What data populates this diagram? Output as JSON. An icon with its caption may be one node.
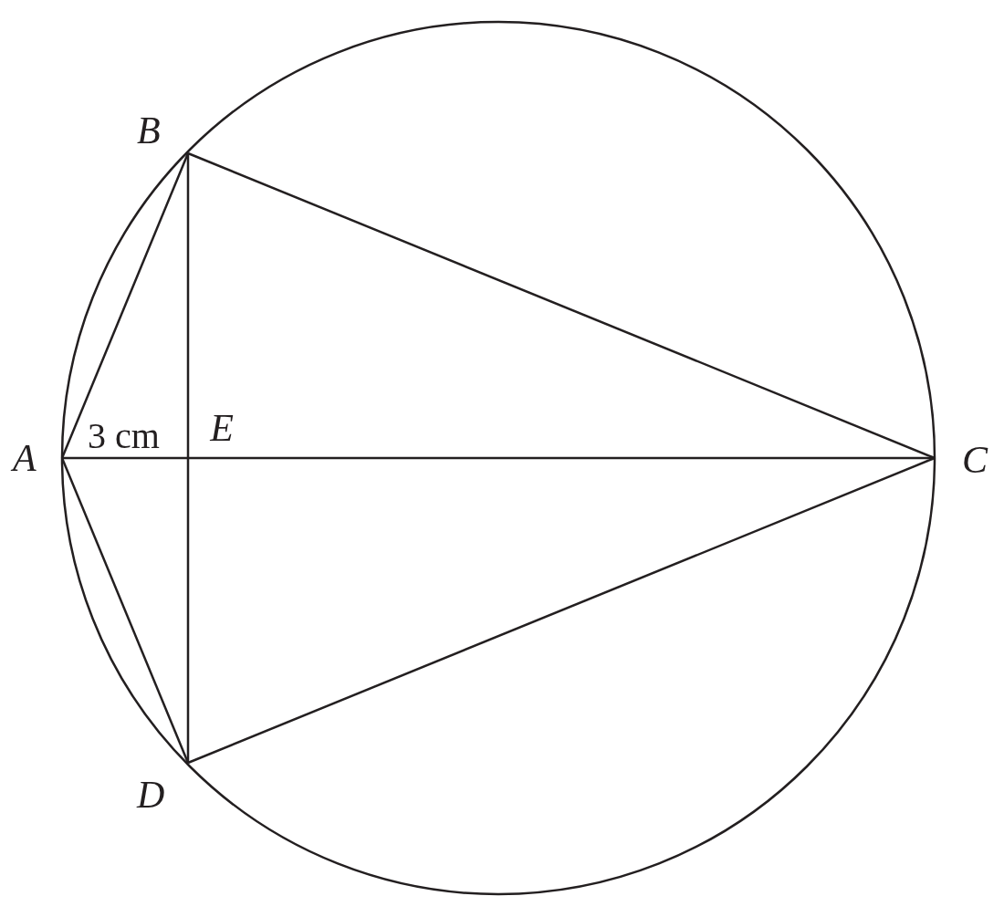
{
  "diagram": {
    "nodes": [
      {
        "text": [
          "B"
        ]
      },
      {
        "text": [
          "A"
        ]
      },
      {
        "text": [
          "E"
        ]
      },
      {
        "text": [
          "C"
        ]
      },
      {
        "text": [
          "D"
        ]
      }
    ],
    "edges": [
      {
        "from": 1,
        "to": 0,
        "arrow": "none"
      },
      {
        "from": 0,
        "to": 3,
        "arrow": "none"
      },
      {
        "from": 1,
        "to": 2,
        "arrow": "none"
      },
      {
        "from": 2,
        "to": 3,
        "arrow": "none"
      },
      {
        "from": 0,
        "to": 2,
        "arrow": "none"
      },
      {
        "from": 2,
        "to": 4,
        "arrow": "none"
      },
      {
        "from": 1,
        "to": 4,
        "arrow": "none"
      },
      {
        "from": 4,
        "to": 3,
        "arrow": "none"
      }
    ],
    "labels": [
      "3 cm"
    ]
  }
}
